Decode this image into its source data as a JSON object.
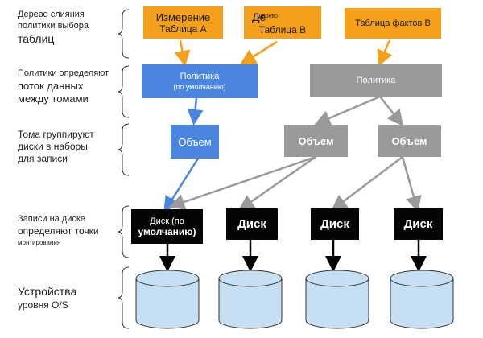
{
  "labels": {
    "row1": [
      "Дерево слияния",
      "политики выбора",
      "таблиц"
    ],
    "row2": [
      "Политики определяют",
      "поток данных",
      "между томами"
    ],
    "row3": [
      "Тома группируют",
      "диски в наборы",
      "для записи"
    ],
    "row4": [
      "Записи на диске",
      "определяют точки",
      "монтирования"
    ],
    "row5": [
      "Устройства",
      "уровня O/S"
    ]
  },
  "tables": {
    "a": [
      "Измерение",
      "Таблица A"
    ],
    "b_overlay": "Де",
    "b_small": "Дерево",
    "b_line2": "Таблица B",
    "facts": "Таблица фактов B"
  },
  "policies": {
    "default_title": "Политика",
    "default_sub": "(по умолчанию)",
    "other": "Политика"
  },
  "volumes": [
    "Объем",
    "Объем",
    "Объем"
  ],
  "disks": {
    "default": [
      "Диск (по",
      "умолчанию)"
    ],
    "other": [
      "Диск",
      "Диск",
      "Диск"
    ]
  },
  "colors": {
    "orange": "#f5a01a",
    "blue": "#4a86e0",
    "gray": "#9a9a9a",
    "black": "#050505",
    "cylinder": "#c7dff2"
  }
}
